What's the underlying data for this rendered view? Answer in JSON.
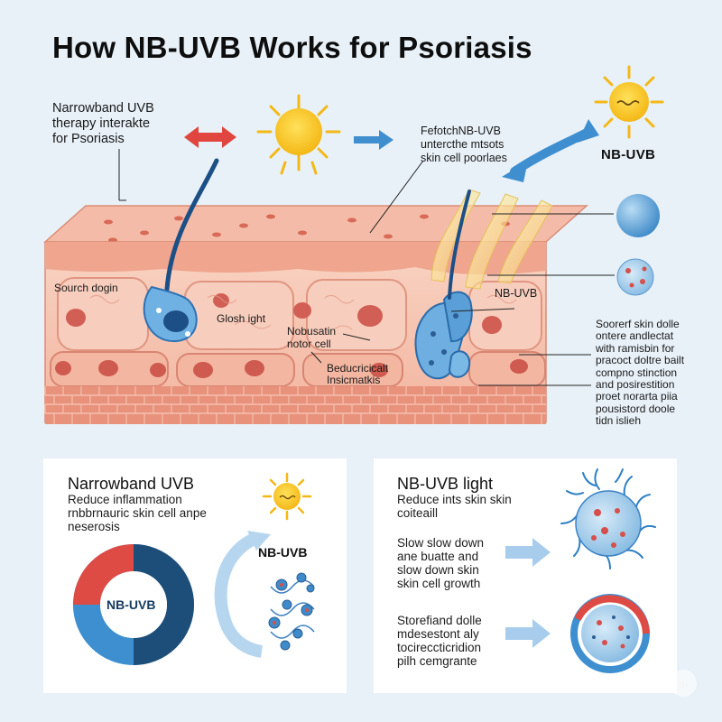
{
  "title": "How NB-UVB Works for Psoriasis",
  "top_left_label": [
    "Narrowband UVB",
    "therapy interakte",
    "for Psoriasis"
  ],
  "top_mid_label": [
    "FefotchNB-UVB",
    "untercthe mtsots",
    "skin cell poorlaes"
  ],
  "nbuvb_top_right": "NB-UVB",
  "label_sourch_dogin": "Sourch dogin",
  "label_glosh_light": "Glosh ight",
  "label_nobusatin": [
    "Nobusatin",
    "notor cell"
  ],
  "label_beducr": [
    "Beducricicalt",
    "Insicmatkis"
  ],
  "label_nbuvb_cells": "NB-UVB",
  "right_desc": [
    "Soorerf skin dolle",
    "ontere andlectat",
    "with ramisbin for",
    "pracoct doltre bailt",
    "compno stinction",
    "and posirestition",
    "proet norarta piia",
    "pousistord doole",
    "tidn islieh"
  ],
  "panel_left": {
    "title": "Narrowband UVB",
    "text": [
      "Reduce inflammation",
      "rnbbrnauric skin cell anpe",
      "neserosis"
    ],
    "nbuvb_label": "NB-UVB",
    "donut_label": "NB-UVB"
  },
  "panel_right": {
    "title": "NB-UVB light",
    "text": [
      "Reduce ints skin skin",
      "coiteaill"
    ],
    "block2": [
      "Slow slow down",
      "ane buatte and",
      "slow down skin",
      "skin cell growth"
    ],
    "block3": [
      "Storefiand dolle",
      "mdesestont aly",
      "tocireccticridion",
      "pilh cemgrante"
    ]
  },
  "watermark": "ai",
  "colors": {
    "background": "#e8f1f8",
    "skin_top": "#f2b7a3",
    "skin_dermis": "#f6c6b3",
    "brick": "#e8917b",
    "sun": "#f7c41b",
    "red_arrow": "#e0463f",
    "blue_arrow": "#3f8fd0",
    "follicle": "#1c4f86",
    "donut_dark": "#1d4e79",
    "donut_blue": "#3e8fcf",
    "donut_red": "#de4b45"
  }
}
